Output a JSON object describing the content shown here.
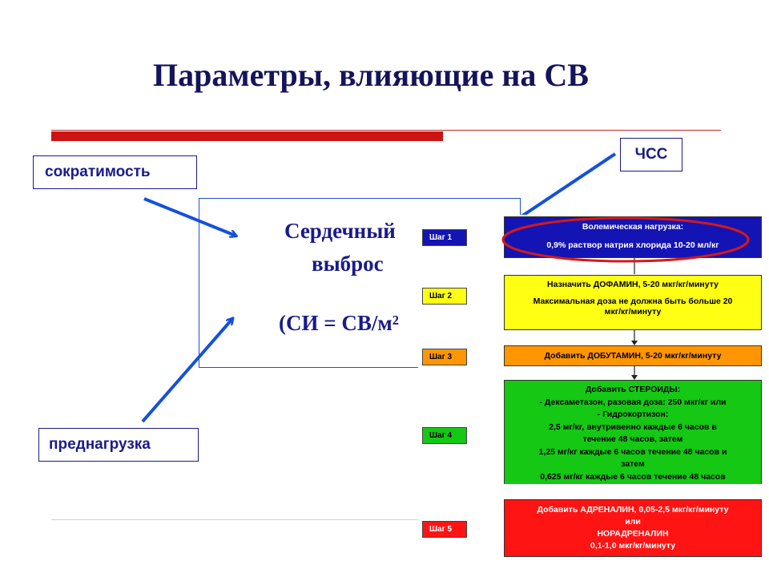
{
  "title": "Параметры, влияющие на СВ",
  "labels": {
    "contractility": "сократимость",
    "heart_rate": "ЧСС",
    "preload": "преднагрузка"
  },
  "center": {
    "line1": "Сердечный",
    "line2": "выброс",
    "line3": "(СИ = СВ/м²"
  },
  "steps": [
    "Шаг 1",
    "Шаг 2",
    "Шаг 3",
    "Шаг 4",
    "Шаг 5"
  ],
  "flow": [
    {
      "lines": [
        "Волемическая нагрузка:",
        "0,9% раствор натрия хлорида 10-20 мл/кг"
      ],
      "color": "#1414b4",
      "text_color": "#ffffff"
    },
    {
      "lines": [
        "Назначить ДОФАМИН, 5-20 мкг/кг/минуту",
        "Максимальная доза не должна быть больше 20",
        "мкг/кг/минуту"
      ],
      "color": "#ffff14",
      "text_color": "#000000"
    },
    {
      "lines": [
        "Добавить ДОБУТАМИН, 5-20 мкг/кг/минуту"
      ],
      "color": "#ff9600",
      "text_color": "#000000"
    },
    {
      "lines": [
        "Добавить СТЕРОИДЫ:",
        "- Дексаметазон, разовая доза: 250 мкг/кг или",
        "- Гидрокортизон:",
        "2,5 мг/кг, внутривенно каждые 6 часов в",
        "течение 48 часов, затем",
        "1,25 мг/кг каждые 6 часов течение 48 часов и",
        "затем",
        "0,625 мг/кг каждые 6 часов течение 48 часов"
      ],
      "color": "#14c814",
      "text_color": "#000000"
    },
    {
      "lines": [
        "Добавить АДРЕНАЛИН, 0,05-2,5 мкг/кг/минуту",
        "или",
        "НОРАДРЕНАЛИН",
        "0,1-1,0 мкг/кг/минуту"
      ],
      "color": "#ff1414",
      "text_color": "#ffffff"
    }
  ],
  "colors": {
    "title": "#14145a",
    "accent_red": "#cc1414",
    "arrow_blue": "#1450dc",
    "step_yellow": "#ffff14",
    "step_orange": "#ff9600",
    "step_green": "#14c814",
    "step_red": "#ff1414",
    "step_blue": "#1414b4"
  }
}
